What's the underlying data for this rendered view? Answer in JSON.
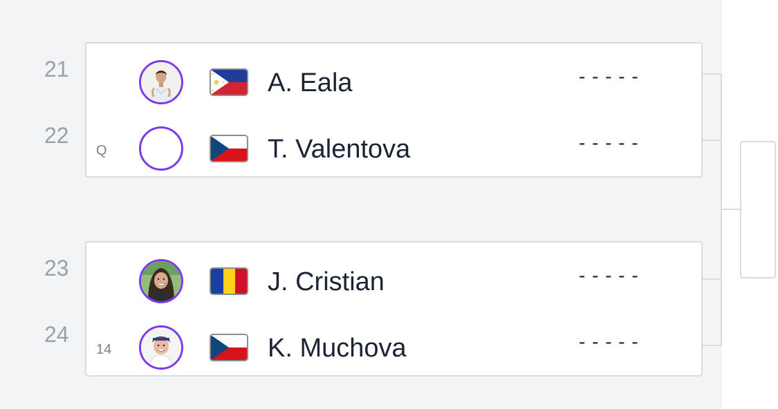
{
  "bracket": {
    "matches": [
      {
        "players": [
          {
            "draw_number": "21",
            "seed": "",
            "name": "A. Eala",
            "flag": "philippines-flag",
            "avatar": "player-photo",
            "score": "- - - - -"
          },
          {
            "draw_number": "22",
            "seed": "Q",
            "name": "T. Valentova",
            "flag": "czech-flag",
            "avatar": "empty-avatar",
            "score": "- - - - -"
          }
        ]
      },
      {
        "players": [
          {
            "draw_number": "23",
            "seed": "",
            "name": "J. Cristian",
            "flag": "romania-flag",
            "avatar": "player-photo",
            "score": "- - - - -"
          },
          {
            "draw_number": "24",
            "seed": "14",
            "name": "K. Muchova",
            "flag": "czech-flag",
            "avatar": "player-photo",
            "score": "- - - - -"
          }
        ]
      }
    ]
  },
  "colors": {
    "avatar_ring": "#7c3aed",
    "background": "#f3f4f6",
    "card_border": "#d9dcdf",
    "name_text": "#1b2434",
    "draw_number_text": "#9aa0a8"
  }
}
